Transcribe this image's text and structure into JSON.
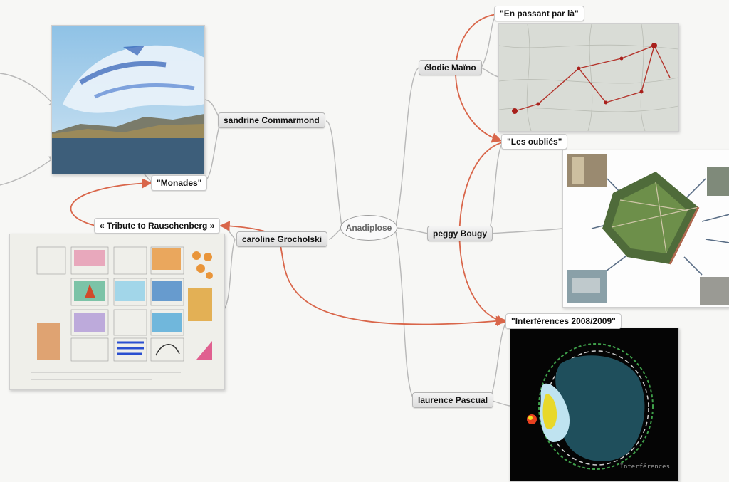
{
  "diagram": {
    "central": "Anadiplose",
    "nodes": {
      "sandrine": "sandrine Commarmond",
      "caroline": "caroline Grocholski",
      "elodie": "élodie Maïno",
      "peggy": "peggy Bougy",
      "laurence": "laurence Pascual",
      "monades": "\"Monades\"",
      "tribute": "« Tribute to Rauschenberg »",
      "en_passant": "\"En passant par là\"",
      "oublies": "\"Les oubliés\"",
      "interferences": "\"Interférences 2008/2009\""
    },
    "images": {
      "sea": "sea-landscape-image",
      "collage": "collage-drawing-image",
      "map": "map-route-image",
      "aerial": "aerial-park-photo-collage",
      "scan": "brain-scan-image"
    },
    "scan_overlay_text": "Interférences",
    "colors": {
      "link_gray": "#b8b8b8",
      "link_red": "#d9664a",
      "node_border": "#b4b4b4"
    }
  }
}
